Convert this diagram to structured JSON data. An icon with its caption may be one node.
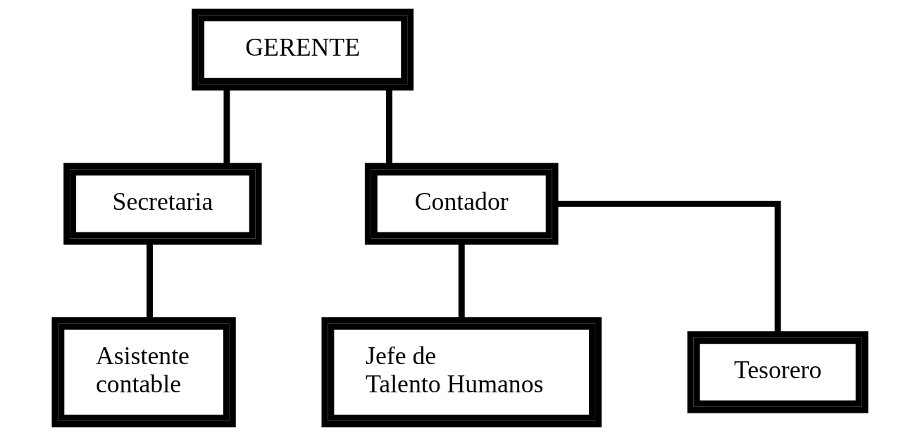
{
  "diagram": {
    "nodes": [
      {
        "text": [
          "GERENTE"
        ]
      },
      {
        "text": [
          "Secretaria"
        ]
      },
      {
        "text": [
          "Contador"
        ]
      },
      {
        "text": [
          "Asistente contable"
        ]
      },
      {
        "text": [
          "Jefe de Talento Humanos"
        ]
      },
      {
        "text": [
          "Tesorero"
        ]
      }
    ],
    "edges": [
      {
        "from": 0,
        "to": 1,
        "arrow": "none"
      },
      {
        "from": 0,
        "to": 2,
        "arrow": "none"
      },
      {
        "from": 1,
        "to": 3,
        "arrow": "none"
      },
      {
        "from": 2,
        "to": 4,
        "arrow": "none"
      },
      {
        "from": 2,
        "to": 5,
        "arrow": "none"
      }
    ]
  }
}
